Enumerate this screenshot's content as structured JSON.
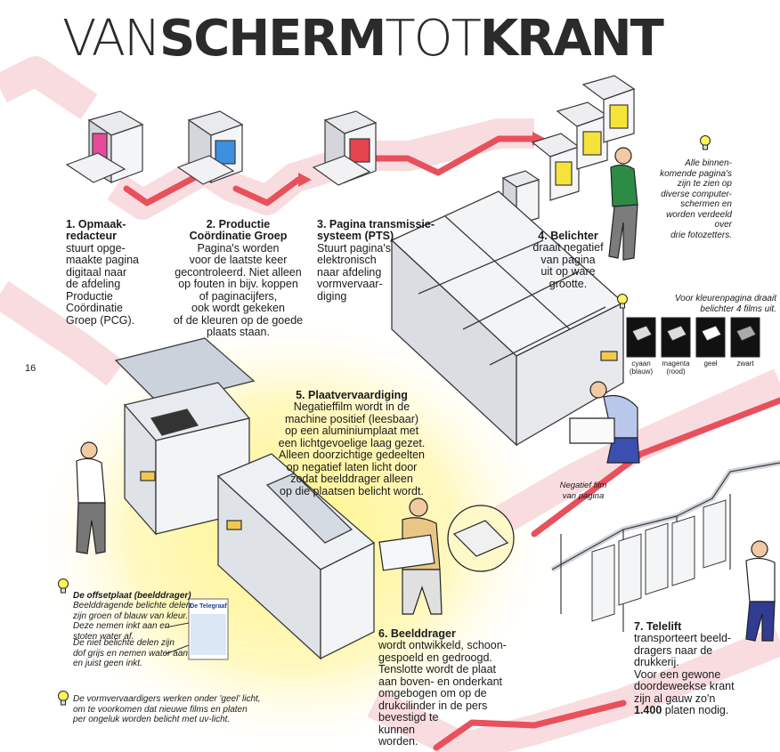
{
  "title": {
    "part1": "VAN",
    "part2": "SCHERM",
    "part3": "TOT",
    "part4": "KRANT"
  },
  "page_number": "16",
  "steps": [
    {
      "heading": "1. Opmaak-\nredacteur",
      "text": "stuurt opge-\nmaakte pagina\ndigitaal naar\nde afdeling\nProductie\nCoördinatie\nGroep (PCG)."
    },
    {
      "heading": "2. Productie\nCoördinatie Groep",
      "text": "Pagina's worden\nvoor de laatste keer\ngecontroleerd. Niet alleen\nop fouten in bijv. koppen\nof paginacijfers,\nook wordt gekeken\nof de kleuren op de goede\nplaats staan."
    },
    {
      "heading": "3. Pagina transmissie-\nsysteem (PTS)",
      "text": "Stuurt pagina's\nelektronisch\nnaar afdeling\nvormvervaar-\ndiging"
    },
    {
      "heading": "4. Belichter",
      "text": "draait negatief\nvan pagina\nuit op ware\ngrootte."
    },
    {
      "heading": "5. Plaatvervaardiging",
      "text": "Negatieffilm wordt in de\nmachine positief (leesbaar)\nop een aluminiumplaat met\neen lichtgevoelige laag gezet.\nAlleen doorzichtige gedeelten\nop negatief laten licht door\nzodat beelddrager alleen\nop die plaatsen belicht wordt."
    },
    {
      "heading": "6. Beelddrager",
      "text": "wordt ontwikkeld, schoon-\ngespoeld en gedroogd.\nTenslotte wordt de plaat\naan boven- en onderkant\nomgebogen om op de\ndrukcilinder in de pers\nbevestigd te\nkunnen\nworden."
    },
    {
      "heading": "7. Telelift",
      "text": "transporteert beeld-\ndragers naar de\ndrukkerij.\nVoor een gewone\ndoordeweekse krant\nzijn al gauw zo'n",
      "bold_tail": "1.400",
      "tail": " platen nodig."
    }
  ],
  "notes": {
    "screens": "Alle binnen-\nkomende pagina's\nzijn te zien op\ndiverse computer-\nschermen en\nworden verdeeld\nover\ndrie fotozetters.",
    "color_films": "Voor kleurenpagina draait\nbelichter 4 films uit.",
    "film_labels": [
      "cyaan\n(blauw)",
      "magenta\n(rood)",
      "geel",
      "zwart"
    ],
    "negative": "Negatief film\nvan pagina",
    "offset_heading": "De offsetplaat (beelddrager)",
    "offset_text1": "Beelddragende belichte delen\nzijn groen of blauw van kleur.\nDeze nemen inkt aan en\nstoten water af.",
    "offset_text2": "De niet belichte delen zijn\ndof grijs en nemen water aan\nen juist geen inkt.",
    "yellow_light": "De vormvervaardigers werken onder 'geel' licht,\nom te voorkomen dat nieuwe films en platen\nper ongeluk worden belicht met uv-licht.",
    "newspaper_mini": "De Telegraaf"
  },
  "colors": {
    "flow": "#e8505b",
    "flow_glow": "#f7c9cf",
    "highlight": "#fff5a8",
    "machine": "#eef0f3",
    "outline": "#3a3a3a"
  }
}
